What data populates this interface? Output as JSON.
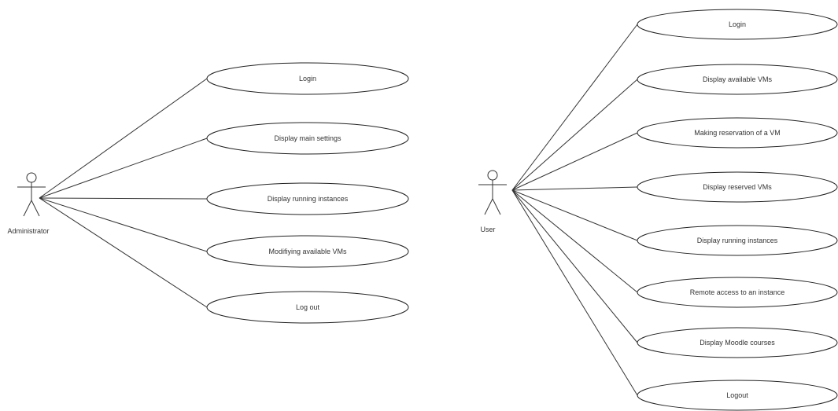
{
  "diagram": {
    "actors": [
      {
        "name": "Administrator",
        "use_cases": [
          "Login",
          "Display main settings",
          "Display running instances",
          "Modifiying available VMs",
          "Log out"
        ]
      },
      {
        "name": "User",
        "use_cases": [
          "Login",
          "Display available VMs",
          "Making reservation of a VM",
          "Display reserved VMs",
          "Display running instances",
          "Remote access to an instance",
          "Display Moodle courses",
          "Logout"
        ]
      }
    ]
  }
}
